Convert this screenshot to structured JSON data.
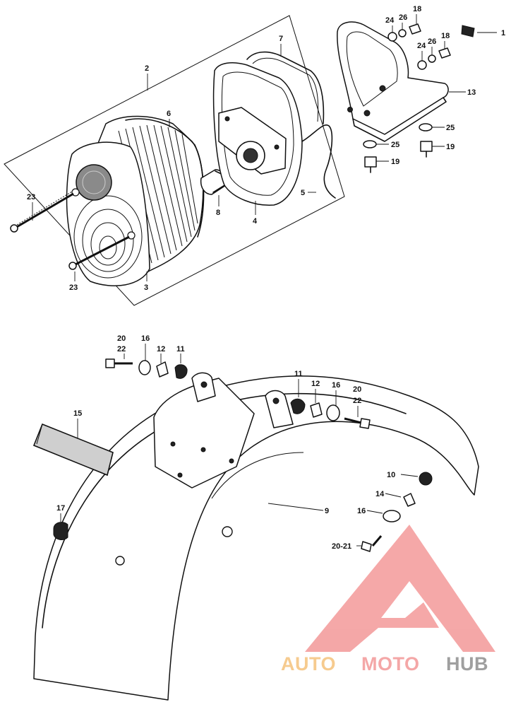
{
  "diagram": {
    "labels": {
      "top_1": "1",
      "top_18a": "18",
      "top_26a": "26",
      "top_24a": "24",
      "top_18b": "18",
      "top_26b": "26",
      "top_24b": "24",
      "top_13": "13",
      "top_25a": "25",
      "top_19a": "19",
      "top_25b": "25",
      "top_19b": "19",
      "lamp_2": "2",
      "lamp_7": "7",
      "lamp_6": "6",
      "lamp_8": "8",
      "lamp_4": "4",
      "lamp_5": "5",
      "lamp_23a": "23",
      "lamp_23b": "23",
      "lamp_3": "3",
      "fender_20a": "20",
      "fender_22a": "22",
      "fender_16a": "16",
      "fender_12a": "12",
      "fender_11a": "11",
      "fender_11b": "11",
      "fender_12b": "12",
      "fender_16b": "16",
      "fender_20b": "20",
      "fender_22b": "22",
      "fender_15": "15",
      "fender_9": "9",
      "fender_10": "10",
      "fender_14": "14",
      "fender_16c": "16",
      "fender_17": "17",
      "fender_2021": "20-21"
    }
  },
  "watermark": {
    "part1": "AUTO",
    "part2": "MOTO",
    "part3": "HUB",
    "colors": {
      "triangle": "#f4a3a3",
      "auto": "#f6c98a",
      "moto": "#f4a3a3",
      "hub": "#9a9a9a"
    }
  }
}
